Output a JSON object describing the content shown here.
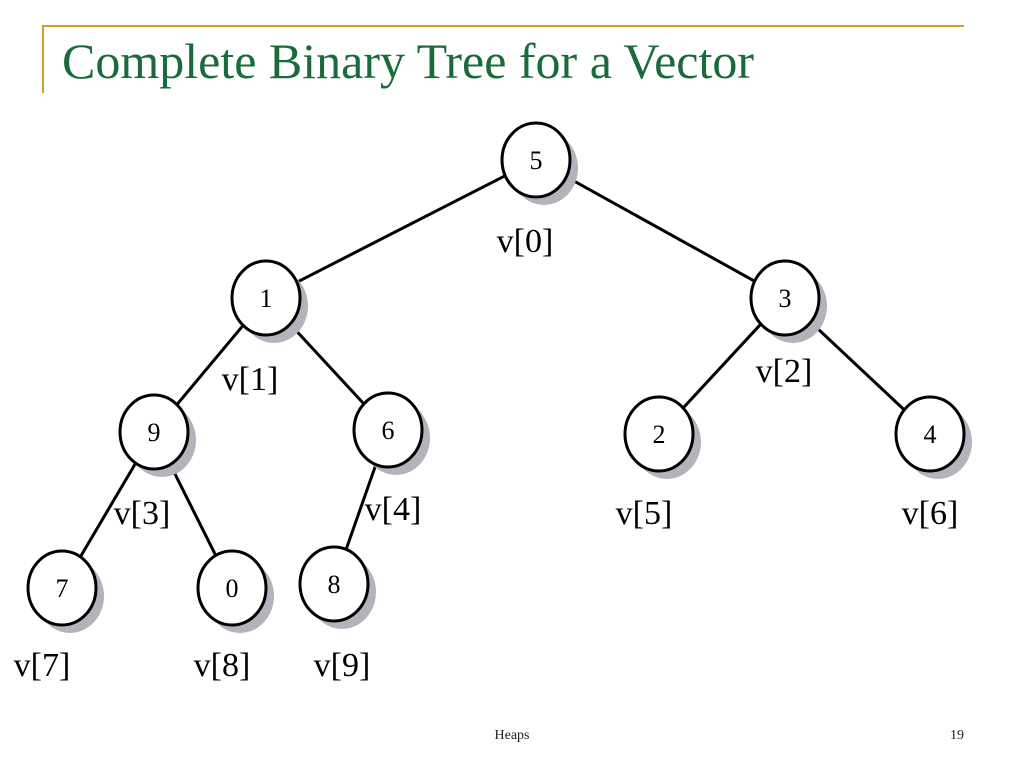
{
  "slide": {
    "title": "Complete Binary Tree for a Vector",
    "footer_text": "Heaps",
    "page_number": "19",
    "title_color": "#1a6b3c",
    "accent_color": "#c9a227"
  },
  "tree": {
    "nodes": [
      {
        "value": "5",
        "label": "v[0]"
      },
      {
        "value": "1",
        "label": "v[1]"
      },
      {
        "value": "3",
        "label": "v[2]"
      },
      {
        "value": "9",
        "label": "v[3]"
      },
      {
        "value": "6",
        "label": "v[4]"
      },
      {
        "value": "2",
        "label": "v[5]"
      },
      {
        "value": "4",
        "label": "v[6]"
      },
      {
        "value": "7",
        "label": "v[7]"
      },
      {
        "value": "0",
        "label": "v[8]"
      },
      {
        "value": "8",
        "label": "v[9]"
      }
    ]
  }
}
